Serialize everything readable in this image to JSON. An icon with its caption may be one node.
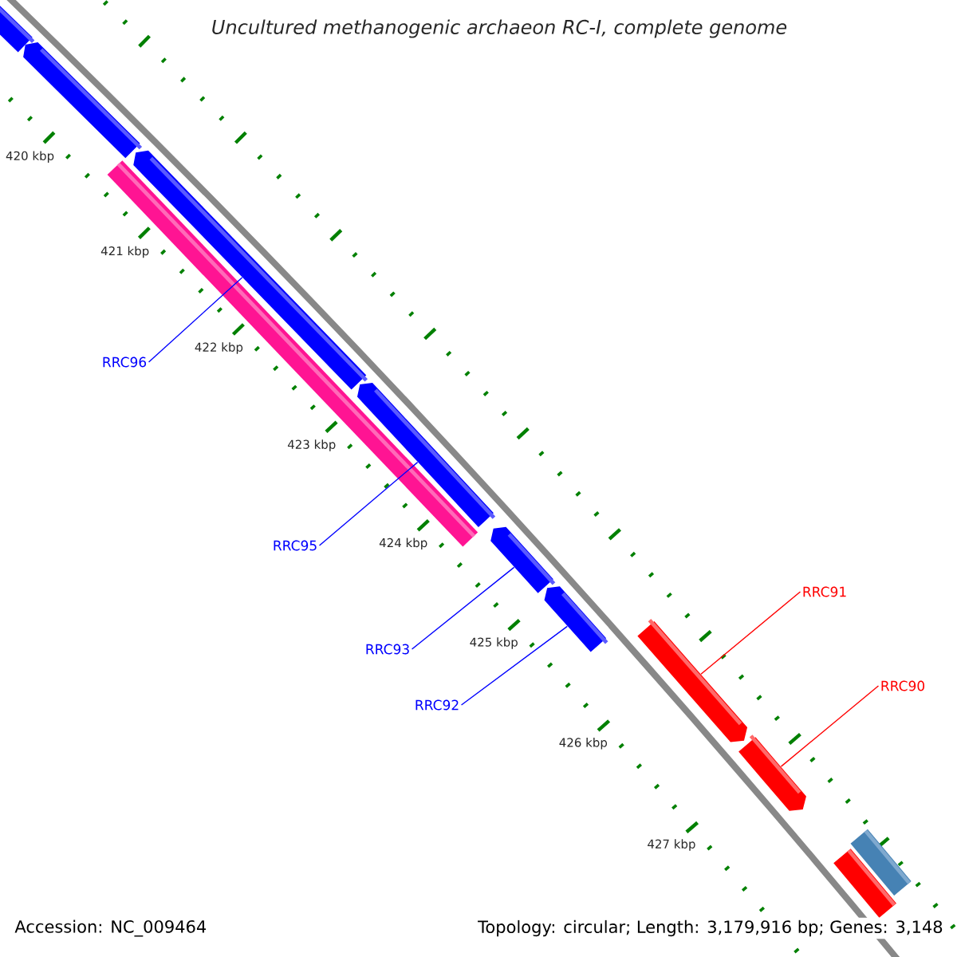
{
  "diagram": {
    "title": "Uncultured methanogenic archaeon RC-I, complete genome",
    "nodes": [
      {
        "text": [],
        "shape": "pentagon"
      },
      {
        "text": [],
        "shape": "pentagon"
      },
      {
        "text": [],
        "shape": "pentagon"
      },
      {
        "text": [],
        "shape": "bar"
      },
      {
        "text": [],
        "shape": "pentagon"
      },
      {
        "text": [],
        "shape": "pentagon"
      },
      {
        "text": [],
        "shape": "pentagon"
      },
      {
        "text": [],
        "shape": "pentagon"
      },
      {
        "text": [],
        "shape": "pentagon"
      },
      {
        "text": [],
        "shape": "bar"
      },
      {
        "text": [],
        "shape": "bar"
      },
      {
        "text": [
          "RRC96"
        ]
      },
      {
        "text": [
          "RRC95"
        ]
      },
      {
        "text": [
          "RRC93"
        ]
      },
      {
        "text": [
          "RRC92"
        ]
      },
      {
        "text": [
          "RRC91"
        ]
      },
      {
        "text": [
          "RRC90"
        ]
      }
    ],
    "edges": [
      {
        "from": 11,
        "to": 2,
        "arrow": "none"
      },
      {
        "from": 12,
        "to": 4,
        "arrow": "none"
      },
      {
        "from": 13,
        "to": 5,
        "arrow": "none"
      },
      {
        "from": 14,
        "to": 6,
        "arrow": "none"
      },
      {
        "from": 15,
        "to": 7,
        "arrow": "none",
        "color": "#ff0000"
      },
      {
        "from": 16,
        "to": 8,
        "arrow": "none",
        "color": "#ff0000"
      }
    ],
    "labels": [
      "420 kbp",
      "421 kbp",
      "422 kbp",
      "423 kbp",
      "424 kbp",
      "425 kbp",
      "426 kbp",
      "427 kbp",
      "Accession: NC_009464",
      "Topology: circular; Length: 3,179,916 bp; Genes: 3,148"
    ]
  }
}
